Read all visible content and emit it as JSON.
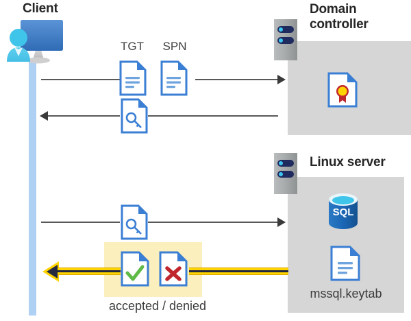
{
  "diagram": {
    "title_client": "Client",
    "title_domain_controller": "Domain\ncontroller",
    "title_domain_controller_line1": "Domain",
    "title_domain_controller_line2": "controller",
    "title_linux_server": "Linux server",
    "label_tgt": "TGT",
    "label_spn": "SPN",
    "label_keytab": "mssql.keytab",
    "label_accepted_denied": "accepted / denied",
    "icons": {
      "client": "client-workstation-icon",
      "server_dc": "server-rack-icon",
      "server_linux": "server-rack-icon",
      "certificate": "certificate-document-icon",
      "sql_database": "sql-database-icon",
      "keytab_document": "text-document-icon",
      "tgt_document": "text-document-icon",
      "spn_document": "text-document-icon",
      "ticket_key_1": "key-document-icon",
      "ticket_key_2": "key-document-icon",
      "accepted_document": "check-document-icon",
      "denied_document": "x-document-icon"
    },
    "colors": {
      "panel_gray": "#d6d6d6",
      "lifeline_blue": "#aed0f2",
      "highlight_yellow": "#fcefbe",
      "arrow_yellow": "#ffd400",
      "doc_blue": "#3b7fd4",
      "check_green": "#5fba47",
      "x_red": "#c0272d",
      "sql_blue": "#1d68b3",
      "title_dark": "#262626"
    }
  }
}
